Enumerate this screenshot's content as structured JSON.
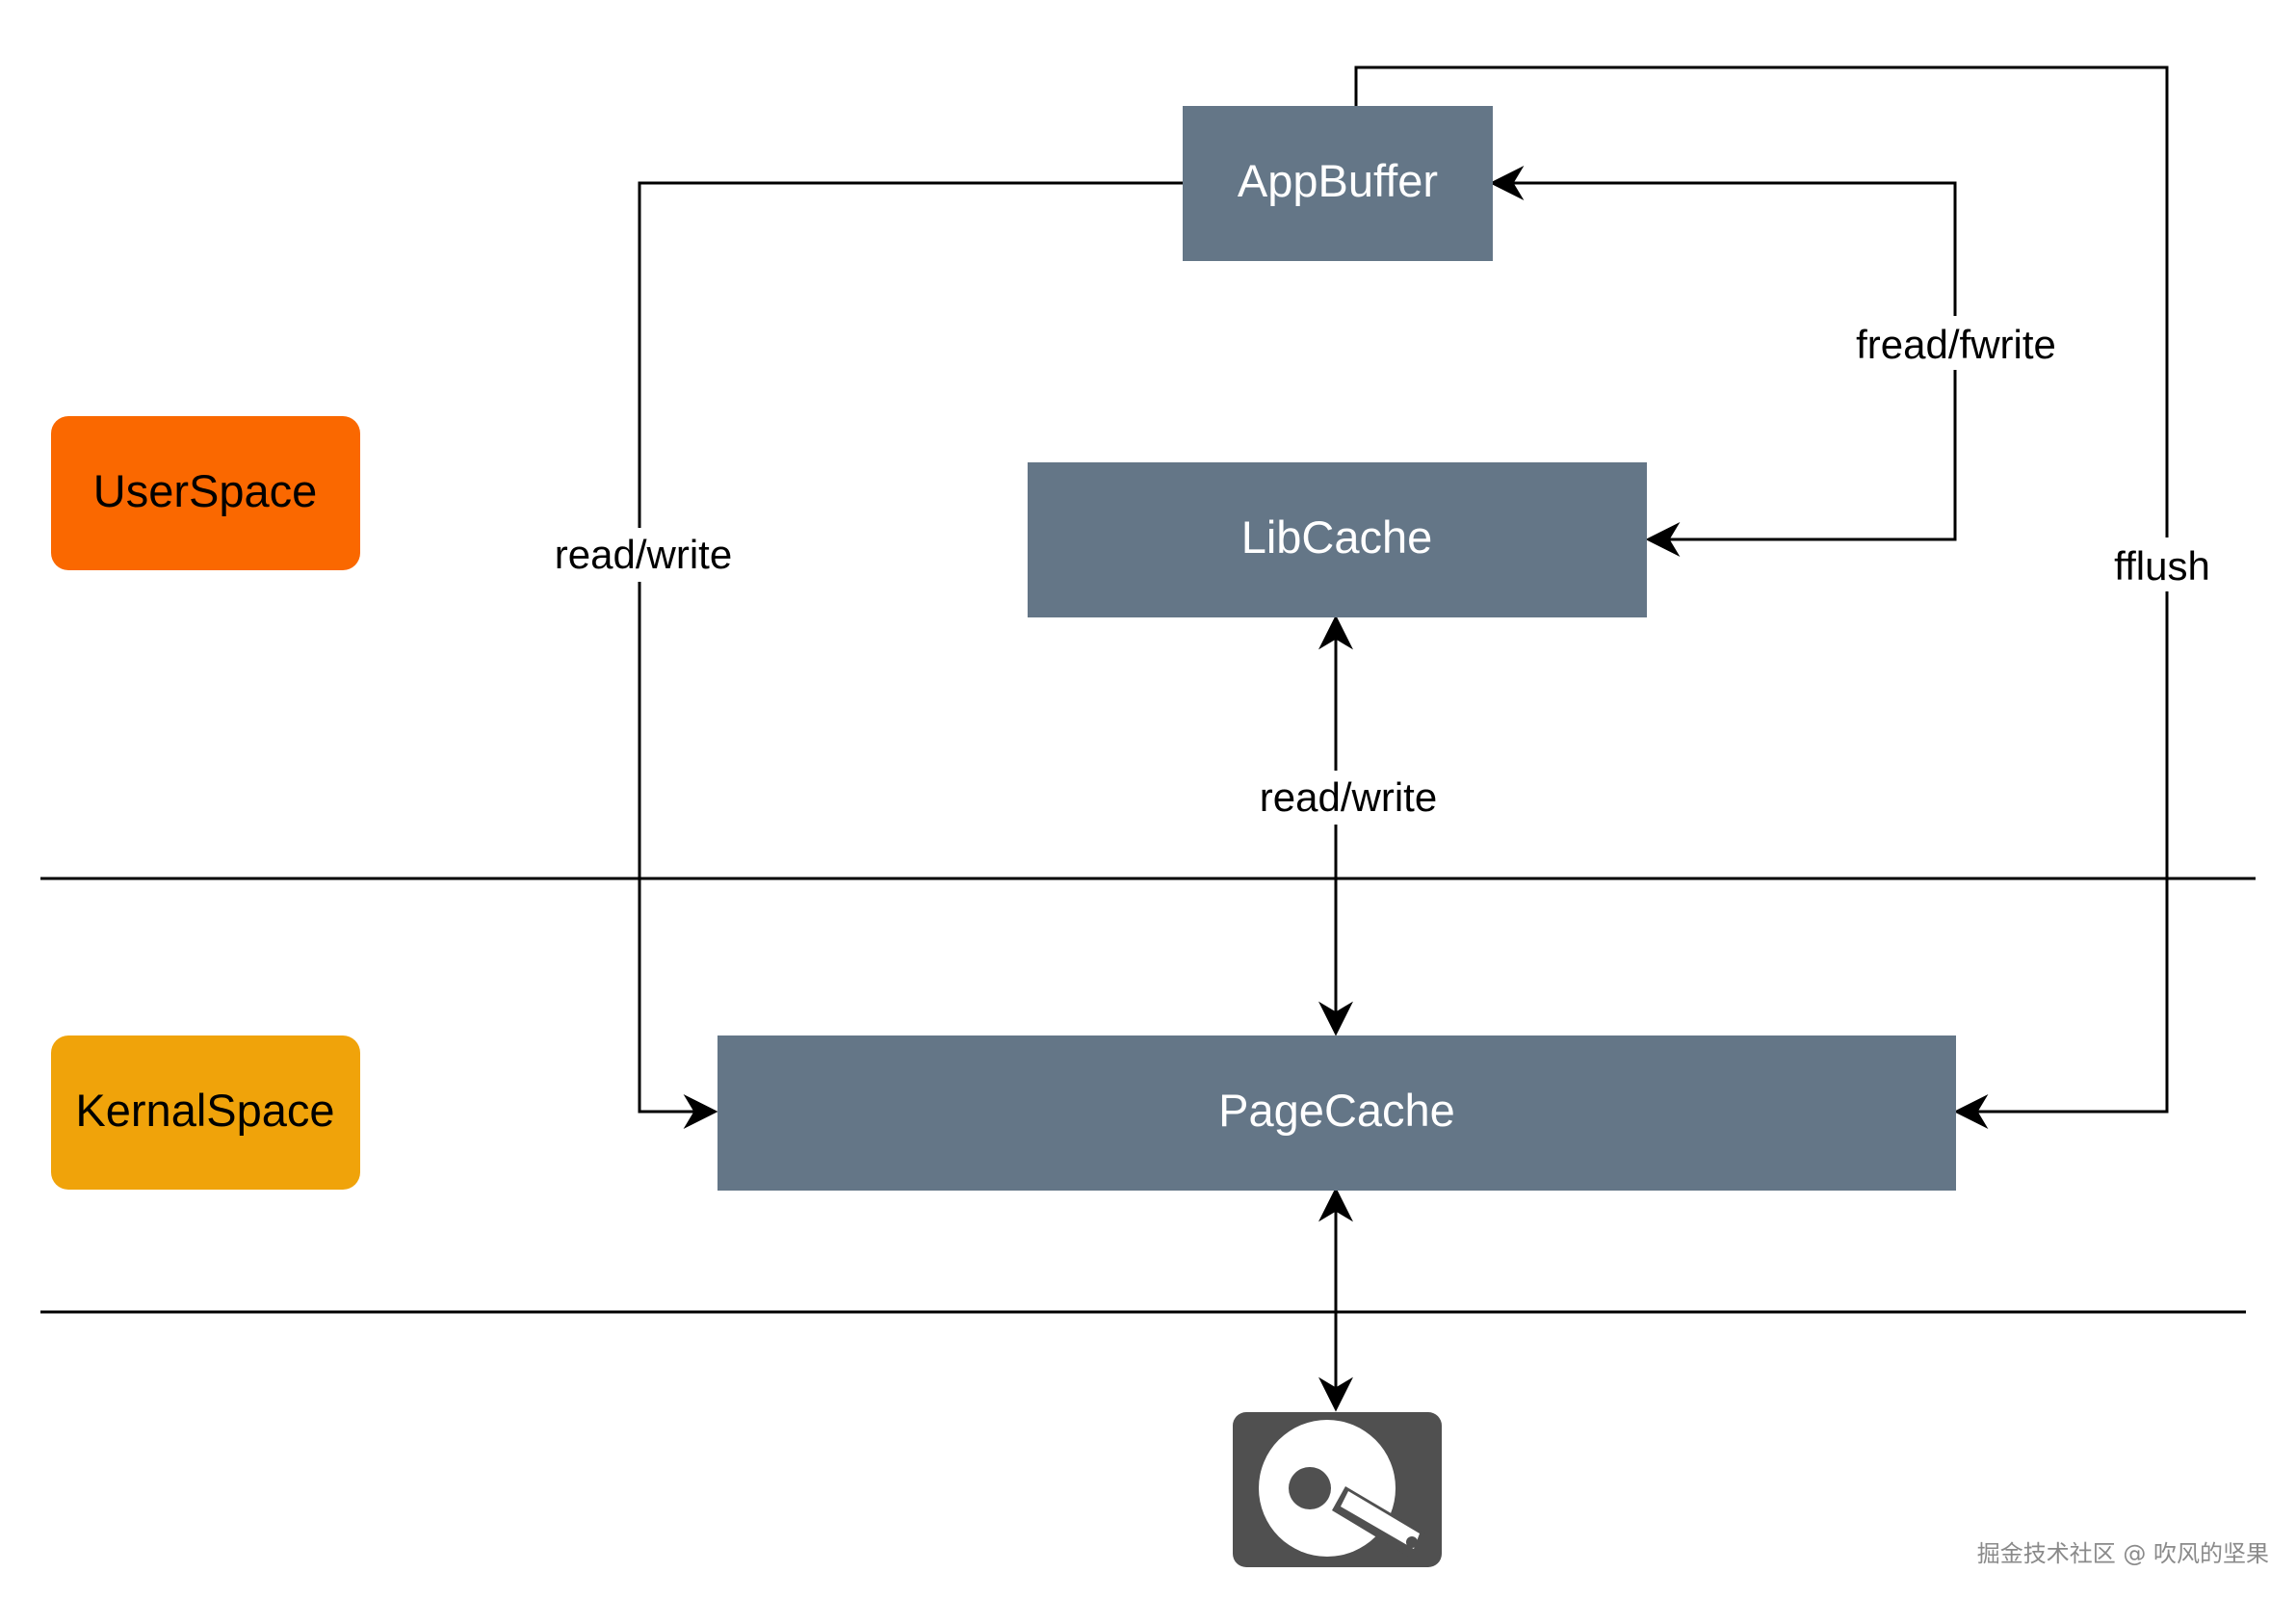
{
  "diagram": {
    "nodes": {
      "app_buffer": "AppBuffer",
      "lib_cache": "LibCache",
      "page_cache": "PageCache",
      "disk": "hard-disk-icon"
    },
    "regions": {
      "user_space": "UserSpace",
      "kernel_space": "KernalSpace"
    },
    "edges": {
      "appbuffer_pagecache": "read/write",
      "appbuffer_libcache": "fread/fwrite",
      "libcache_pagecache": "read/write",
      "appbuffer_pagecache_flush": "fflush"
    },
    "colors": {
      "node_fill": "#647687",
      "user_space_fill": "#fa6800",
      "kernel_space_fill": "#f0a30a",
      "disk_fill": "#505050"
    }
  },
  "watermark": "掘金技术社区 @ 吹风的坚果"
}
